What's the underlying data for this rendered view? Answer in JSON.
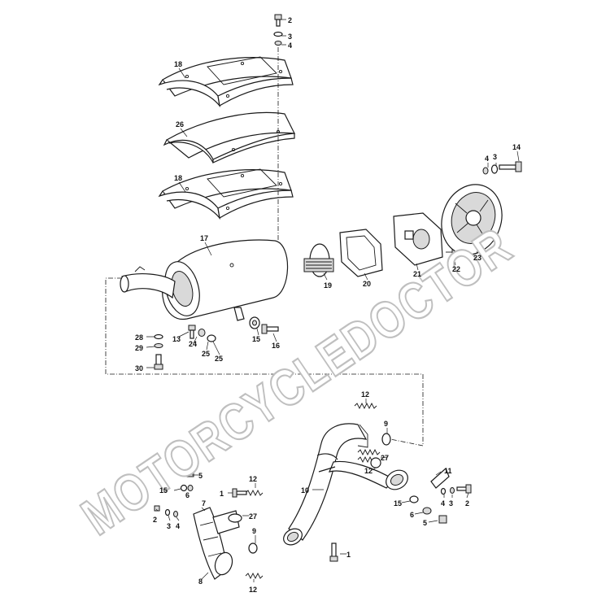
{
  "watermark": "MOTORCYCLEDOCTOR",
  "callouts": {
    "c2a": "2",
    "c3a": "3",
    "c4a": "4",
    "c18a": "18",
    "c26": "26",
    "c18b": "18",
    "c4b": "4",
    "c3b": "3",
    "c14": "14",
    "c17": "17",
    "c19": "19",
    "c20": "20",
    "c21": "21",
    "c22": "22",
    "c23": "23",
    "c28": "28",
    "c29": "29",
    "c30": "30",
    "c13": "13",
    "c24": "24",
    "c25a": "25",
    "c25b": "25",
    "c15a": "15",
    "c16": "16",
    "c12a": "12",
    "c9a": "9",
    "c27a": "27",
    "c12b": "12",
    "c11": "11",
    "c10": "10",
    "c15b": "15",
    "c6a": "6",
    "c5a": "5",
    "c4c": "4",
    "c3c": "3",
    "c2b": "2",
    "c1a": "1",
    "c5b": "5",
    "c15c": "15",
    "c6b": "6",
    "c2c": "2",
    "c3d": "3",
    "c4d": "4",
    "c7": "7",
    "c12c": "12",
    "c1b": "1",
    "c27b": "27",
    "c9b": "9",
    "c8": "8",
    "c12d": "12"
  }
}
